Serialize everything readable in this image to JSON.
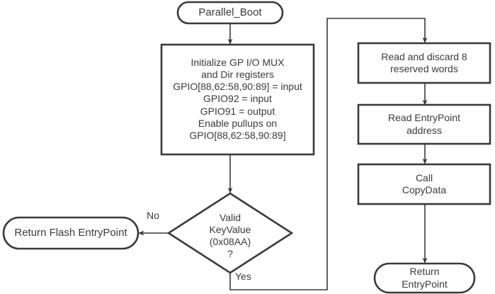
{
  "diagram": {
    "title": "Parallel Boot flowchart",
    "background_color": "#ffffff",
    "stroke_color": "#3a3a3a",
    "text_color": "#3a3a3a",
    "nodes": {
      "start_terminal": {
        "shape": "terminator",
        "label": "Parallel_Boot"
      },
      "init_process": {
        "shape": "process",
        "lines": [
          "Initialize GP I/O MUX",
          "and Dir registers",
          "GPIO[88,62:58,90:89] = input",
          "GPIO92 = input",
          "GPIO91 = output",
          "Enable pullups on",
          "GPIO[88,62:58,90:89]"
        ]
      },
      "key_decision": {
        "shape": "decision",
        "lines": [
          "Valid",
          "KeyValue",
          "(0x08AA)",
          "?"
        ]
      },
      "return_flash": {
        "shape": "terminator",
        "label": "Return Flash EntryPoint"
      },
      "read_discard": {
        "shape": "process",
        "lines": [
          "Read and discard 8",
          "reserved words"
        ]
      },
      "read_entrypoint": {
        "shape": "process",
        "lines": [
          "Read EntryPoint",
          "address"
        ]
      },
      "call_copydata": {
        "shape": "process",
        "lines": [
          "Call",
          "CopyData"
        ]
      },
      "return_entrypoint": {
        "shape": "terminator",
        "lines": [
          "Return",
          "EntryPoint"
        ]
      }
    },
    "edge_labels": {
      "no": "No",
      "yes": "Yes"
    }
  }
}
